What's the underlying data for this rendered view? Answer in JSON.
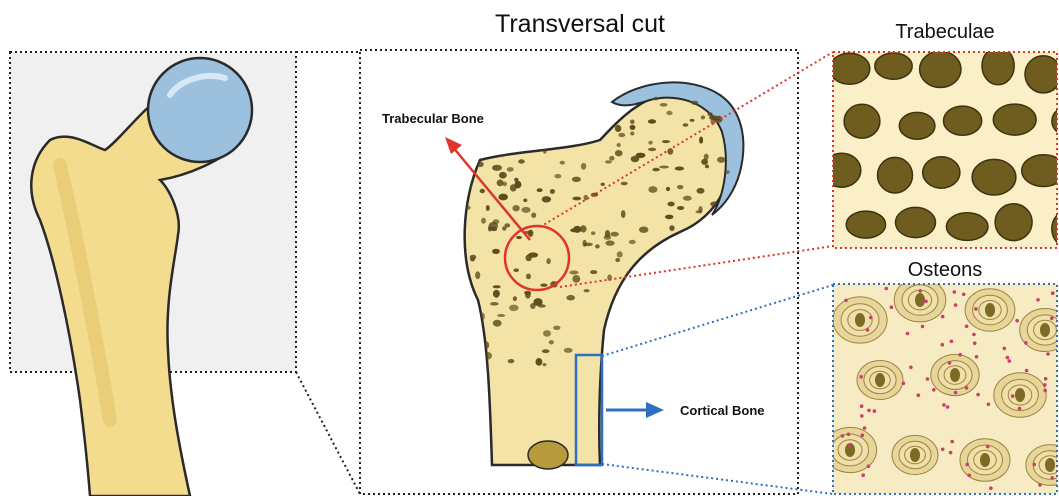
{
  "diagram": {
    "title": "Transversal cut",
    "inset_top_label": "Trabeculae",
    "inset_bottom_label": "Osteons",
    "trabecular_label": "Trabecular Bone",
    "cortical_label": "Cortical Bone"
  },
  "colors": {
    "bone": "#f3e3a6",
    "bone_shade": "#e2c970",
    "cartilage": "#9cc1de",
    "pore": "#5a4a1c",
    "red_accent": "#e0332a",
    "blue_accent": "#2f6fc0",
    "dot_border": "#222222",
    "trab_strut": "#fbefc8",
    "trab_hole": "#6e5d1f",
    "osteon_ring": "#e7d59a",
    "osteon_canal": "#7d6a24",
    "osteon_cell": "#c93f6d"
  }
}
